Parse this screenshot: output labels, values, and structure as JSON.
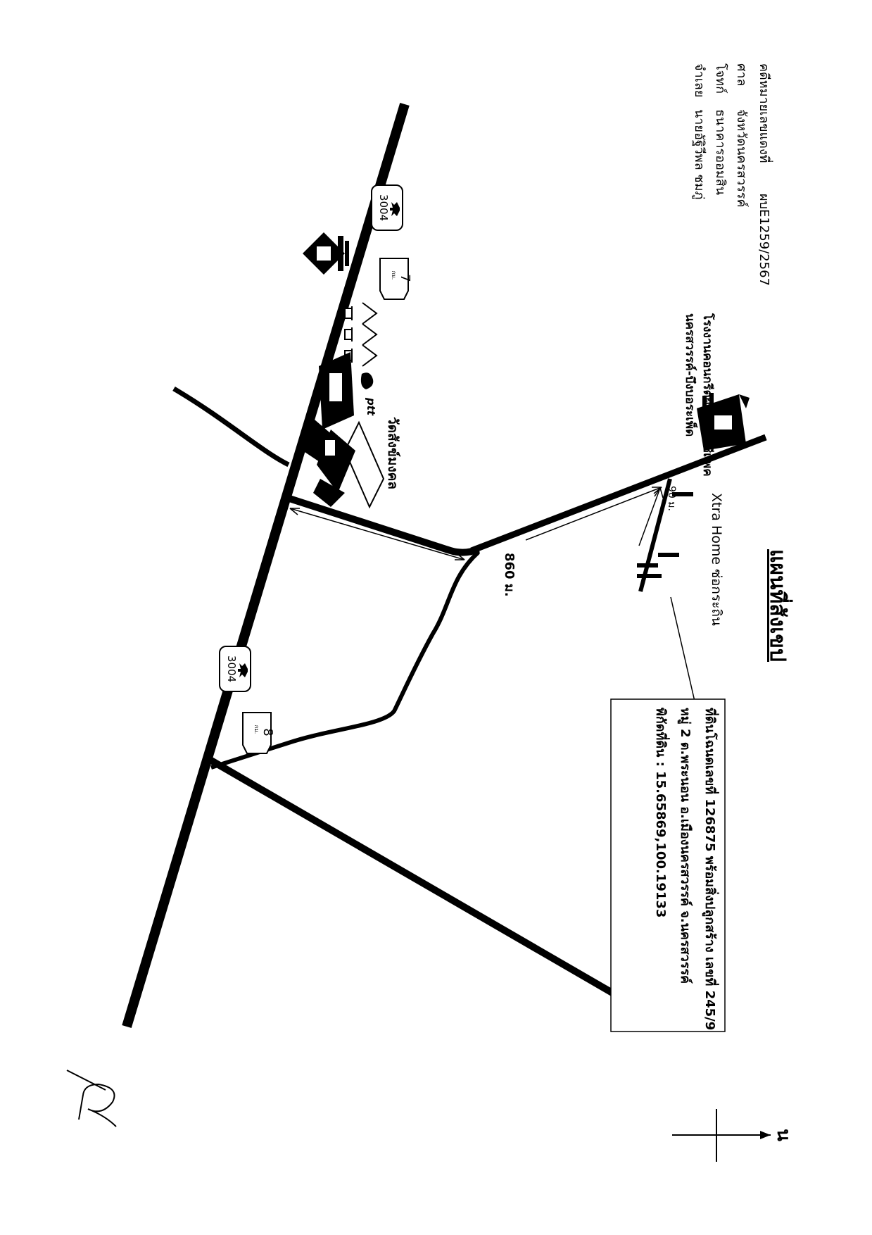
{
  "title": "แผนที่สังเขป",
  "north_label": "น",
  "case_info": {
    "case_no_label": "คดีหมายเลขแดงที่",
    "case_no": "ผบE1259/2567",
    "court_label": "ศาล",
    "court": "จังหวัดนครสวรรค์",
    "plaintiff_label": "โจทก์",
    "plaintiff": "ธนาคารออมสิน",
    "defendant_label": "จำเลย",
    "defendant": "นายอัฐิวีพล ชมภู่"
  },
  "property_box": {
    "line1": "ที่ดินโฉนดเลขที่ 126875 พร้อมสิ่งปลูกสร้าง เลขที่ 245/9",
    "line2": "หมู่ 2 ต.พระนอน อ.เมืองนครสวรรค์ จ.นครสวรรค์",
    "line3": "พิกัดที่ดิน : 15.65869,100.19133"
  },
  "road_signs": [
    {
      "number": "3004"
    },
    {
      "number": "3004"
    }
  ],
  "km_markers": [
    {
      "unit": "กม.",
      "number": "7"
    },
    {
      "unit": "กม.",
      "number": "8"
    }
  ],
  "landmarks": {
    "factory": "โรงงานคอนกรีตผสมเสร็จซีแพค",
    "factory_line2": "นครสวรรค์-บึงบอระเพ็ด",
    "store": "Xtra Home ซ่อกระถิน",
    "temple": "วัดสังข์มงคล",
    "gas": "ptt"
  },
  "distances": {
    "main": "860 ม.",
    "side": "90 ม."
  },
  "signature_mark": "R"
}
